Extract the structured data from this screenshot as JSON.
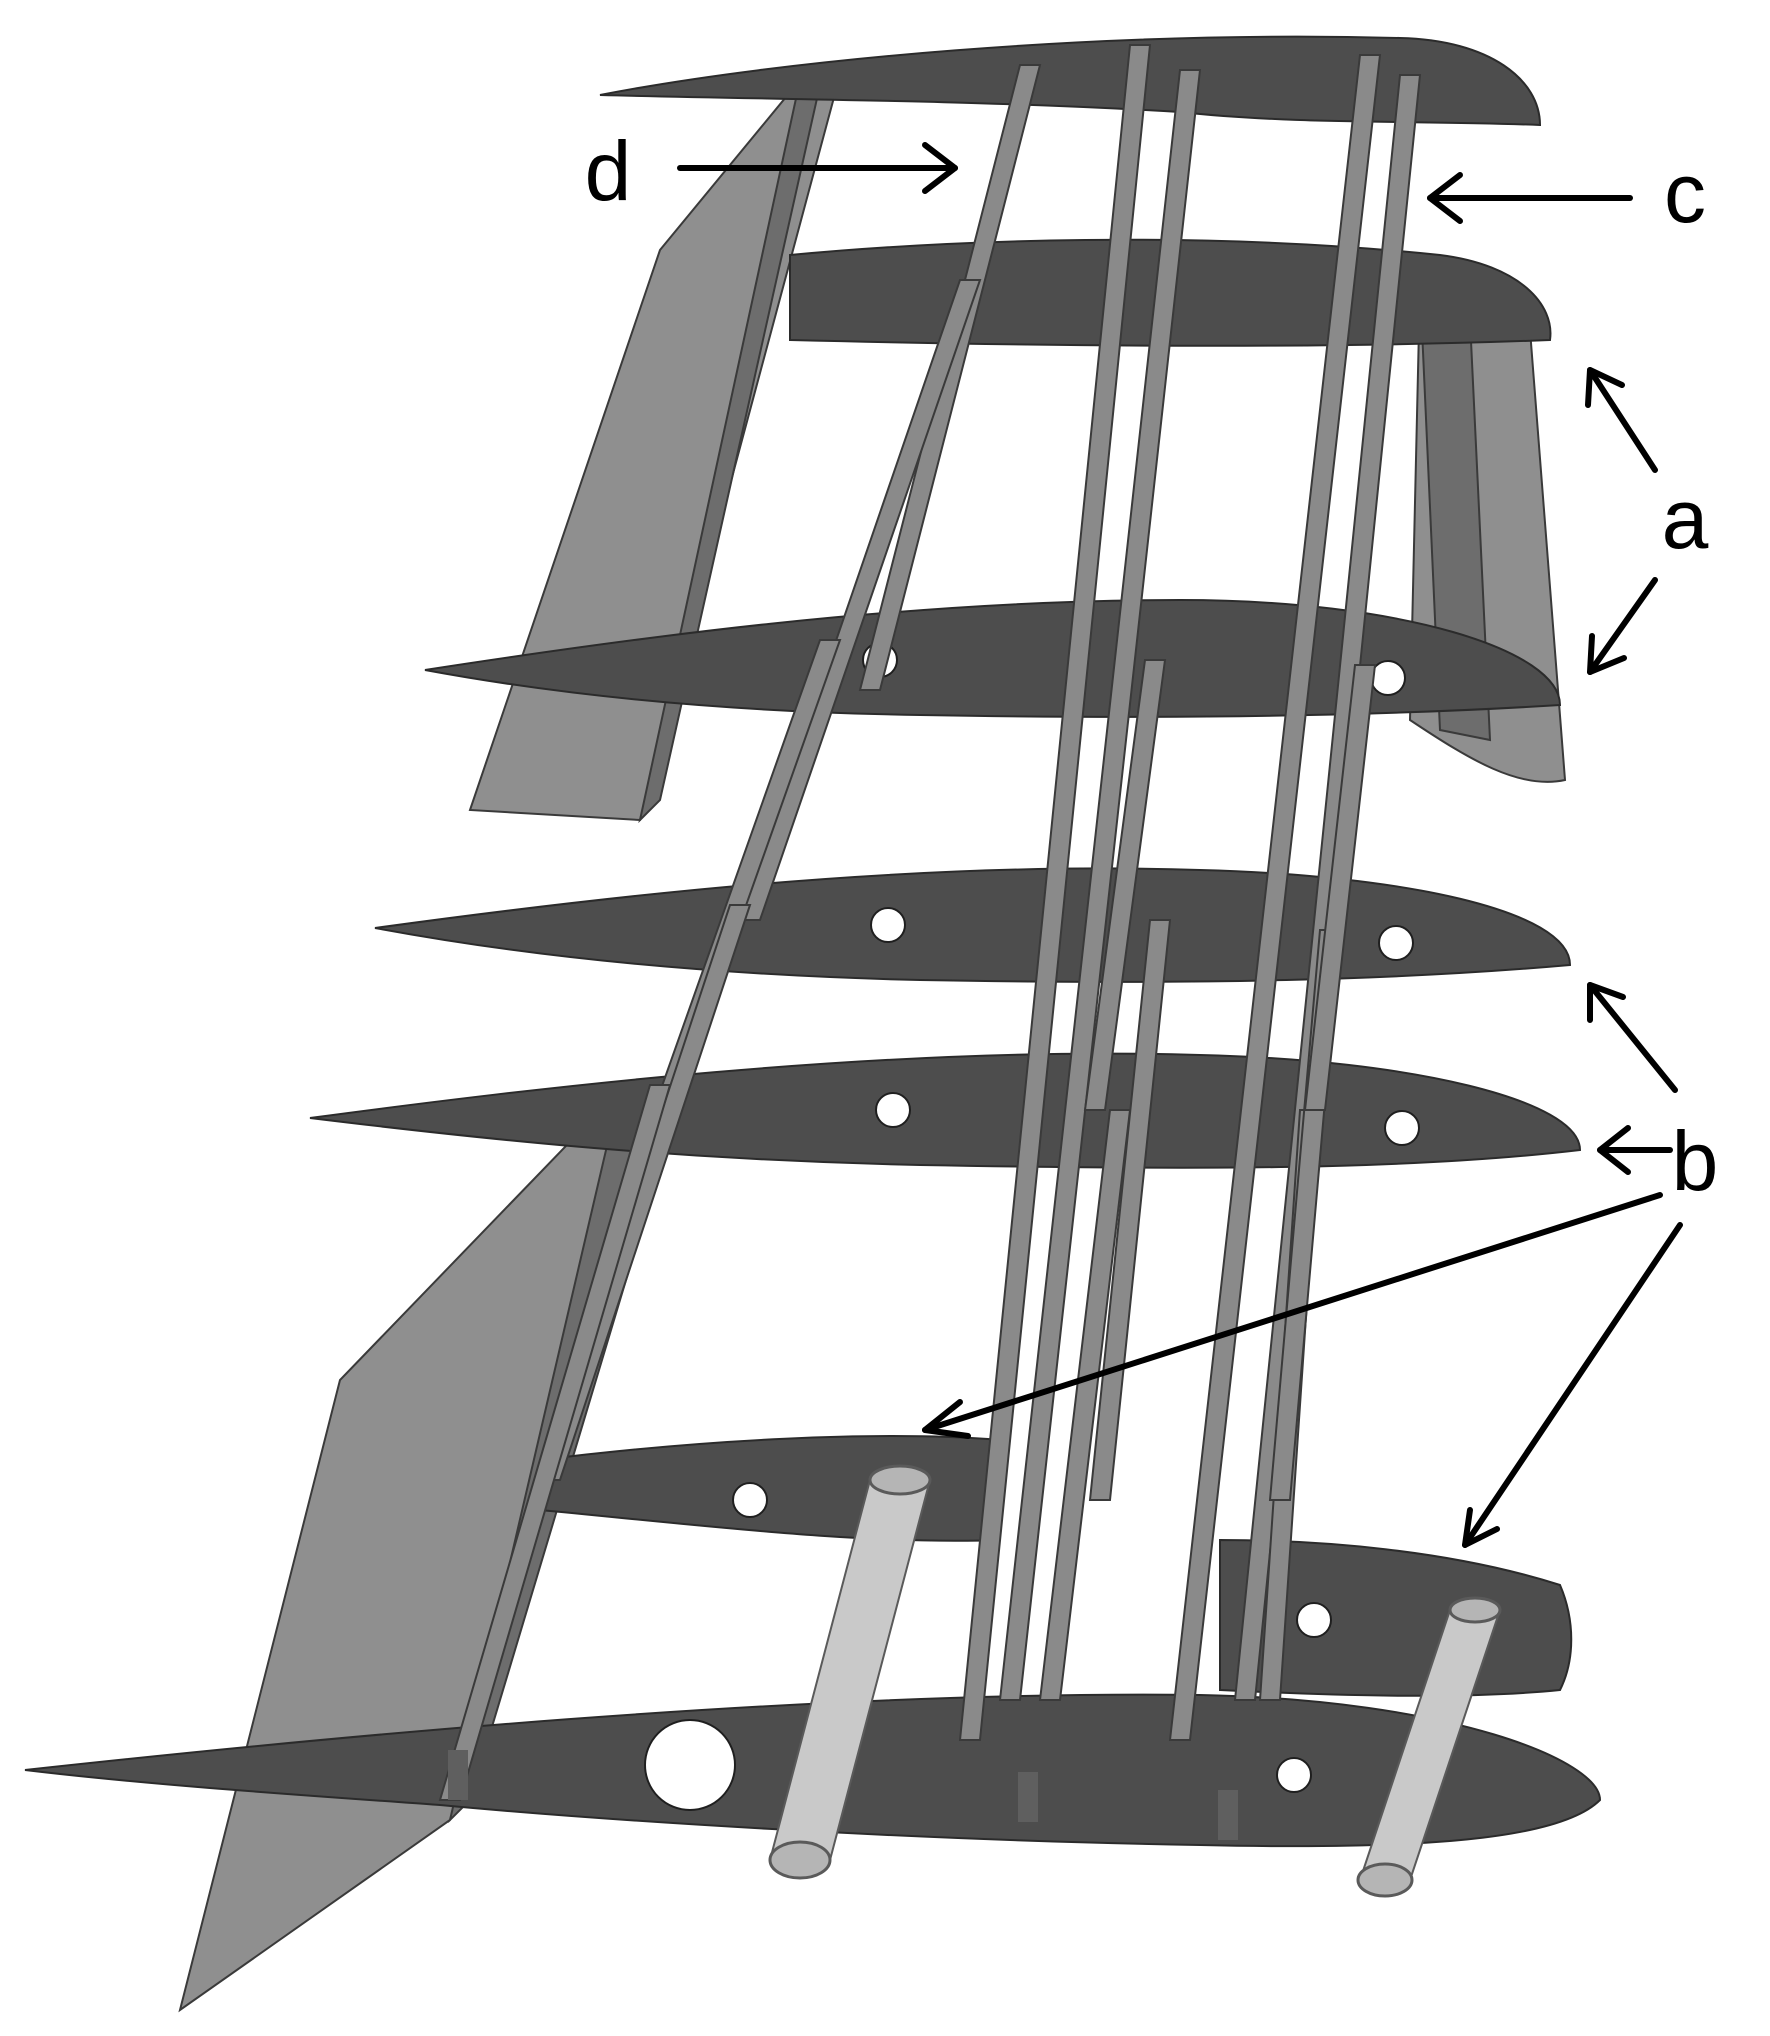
{
  "figure": {
    "callouts": [
      {
        "id": "a",
        "text": "a"
      },
      {
        "id": "b",
        "text": "b"
      },
      {
        "id": "c",
        "text": "c"
      },
      {
        "id": "d",
        "text": "d"
      }
    ]
  }
}
